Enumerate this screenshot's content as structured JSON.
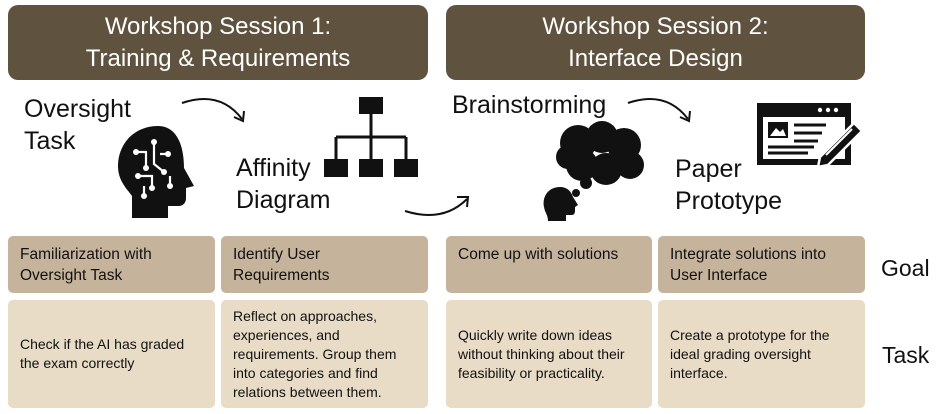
{
  "sessions": [
    {
      "line1": "Workshop Session 1:",
      "line2": "Training & Requirements"
    },
    {
      "line1": "Workshop Session 2:",
      "line2": "Interface Design"
    }
  ],
  "stages": [
    {
      "line1": "Oversight",
      "line2": "Task",
      "icon": "head-circuit-icon"
    },
    {
      "line1": "Affinity",
      "line2": "Diagram",
      "icon": "hierarchy-icon"
    },
    {
      "line1": "Brainstorming",
      "line2": "",
      "icon": "thought-bubble-head-icon"
    },
    {
      "line1": "Paper",
      "line2": "Prototype",
      "icon": "browser-pencil-icon"
    }
  ],
  "row_labels": {
    "goal": "Goal",
    "task": "Task"
  },
  "goals": [
    "Familiarization with Oversight Task",
    "Identify User Requirements",
    "Come up with solutions",
    "Integrate solutions into User Interface"
  ],
  "tasks": [
    "Check if the AI has graded the exam correctly",
    "Reflect on approaches, experiences, and requirements. Group them into categories and find relations between them.",
    "Quickly write down ideas without thinking about their feasibility or practicality.",
    "Create a prototype for the ideal grading oversight interface."
  ],
  "colors": {
    "header": "#5f533f",
    "goal": "#c5b49b",
    "task": "#e8dcc6"
  }
}
